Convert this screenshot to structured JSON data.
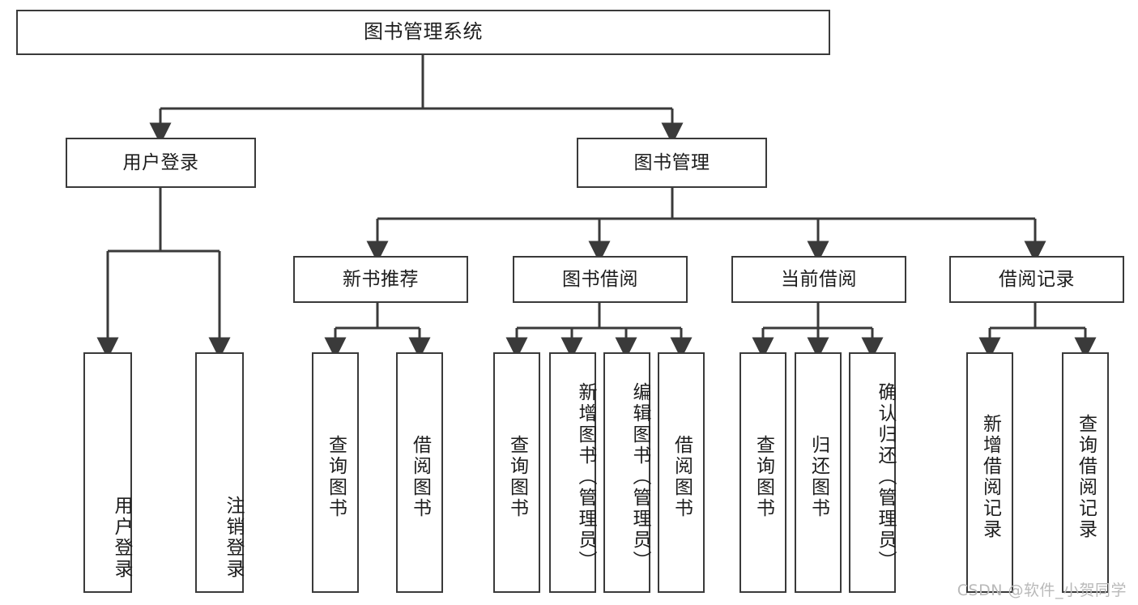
{
  "diagram": {
    "title": "图书管理系统",
    "type": "tree",
    "colors": {
      "box_stroke": "#3a3a3a",
      "box_fill": "#ffffff",
      "connector": "#3a3a3a",
      "text": "#1d1d1d",
      "watermark": "#b9b9b9",
      "background": "#ffffff"
    },
    "watermark": "CSDN @软件_小贺同学",
    "nodes": {
      "root": {
        "label": "图书管理系统"
      },
      "level2": [
        {
          "id": "user-login",
          "label": "用户登录"
        },
        {
          "id": "book-manage",
          "label": "图书管理"
        }
      ],
      "level3": [
        {
          "id": "new-book-recommend",
          "label": "新书推荐"
        },
        {
          "id": "book-borrow",
          "label": "图书借阅"
        },
        {
          "id": "current-borrow",
          "label": "当前借阅"
        },
        {
          "id": "borrow-record",
          "label": "借阅记录"
        }
      ],
      "leaves": [
        {
          "id": "leaf-user-login",
          "label": "用户登录",
          "parent": "user-login"
        },
        {
          "id": "leaf-logout",
          "label": "注销登录",
          "parent": "user-login"
        },
        {
          "id": "leaf-query-book-1",
          "label": "查询图书",
          "parent": "new-book-recommend"
        },
        {
          "id": "leaf-borrow-book-1",
          "label": "借阅图书",
          "parent": "new-book-recommend"
        },
        {
          "id": "leaf-query-book-2",
          "label": "查询图书",
          "parent": "book-borrow"
        },
        {
          "id": "leaf-add-book",
          "label": "新增图书（管理员）",
          "parent": "book-borrow"
        },
        {
          "id": "leaf-edit-book",
          "label": "编辑图书（管理员）",
          "parent": "book-borrow"
        },
        {
          "id": "leaf-borrow-book-2",
          "label": "借阅图书",
          "parent": "book-borrow"
        },
        {
          "id": "leaf-query-book-3",
          "label": "查询图书",
          "parent": "current-borrow"
        },
        {
          "id": "leaf-return-book",
          "label": "归还图书",
          "parent": "current-borrow"
        },
        {
          "id": "leaf-confirm-return",
          "label": "确认归还（管理员）",
          "parent": "current-borrow"
        },
        {
          "id": "leaf-add-record",
          "label": "新增借阅记录",
          "parent": "borrow-record"
        },
        {
          "id": "leaf-query-record",
          "label": "查询借阅记录",
          "parent": "borrow-record"
        }
      ]
    }
  }
}
